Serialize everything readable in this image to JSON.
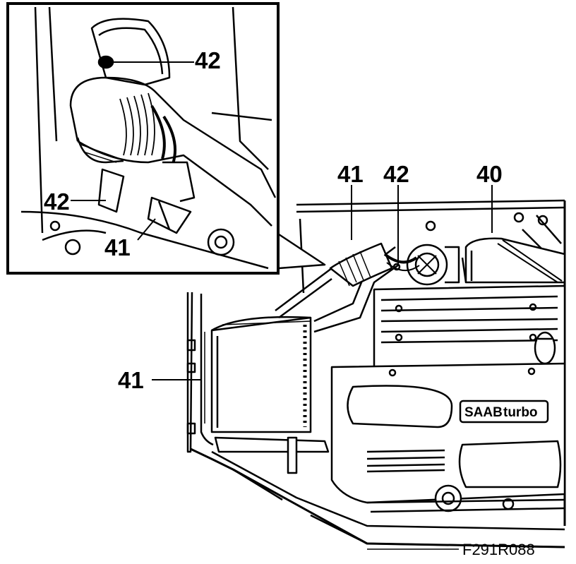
{
  "diagram": {
    "callouts": {
      "inset_hose_clamp": "42",
      "inset_bracket_clamp": "42",
      "inset_hose": "41",
      "main_hose_left": "41",
      "main_hose_top": "41",
      "main_clamp_top": "42",
      "main_air_cleaner": "40"
    },
    "figure_code": "F291R088",
    "engine_badge": {
      "brand": "SAAB",
      "word": "turbo"
    }
  }
}
